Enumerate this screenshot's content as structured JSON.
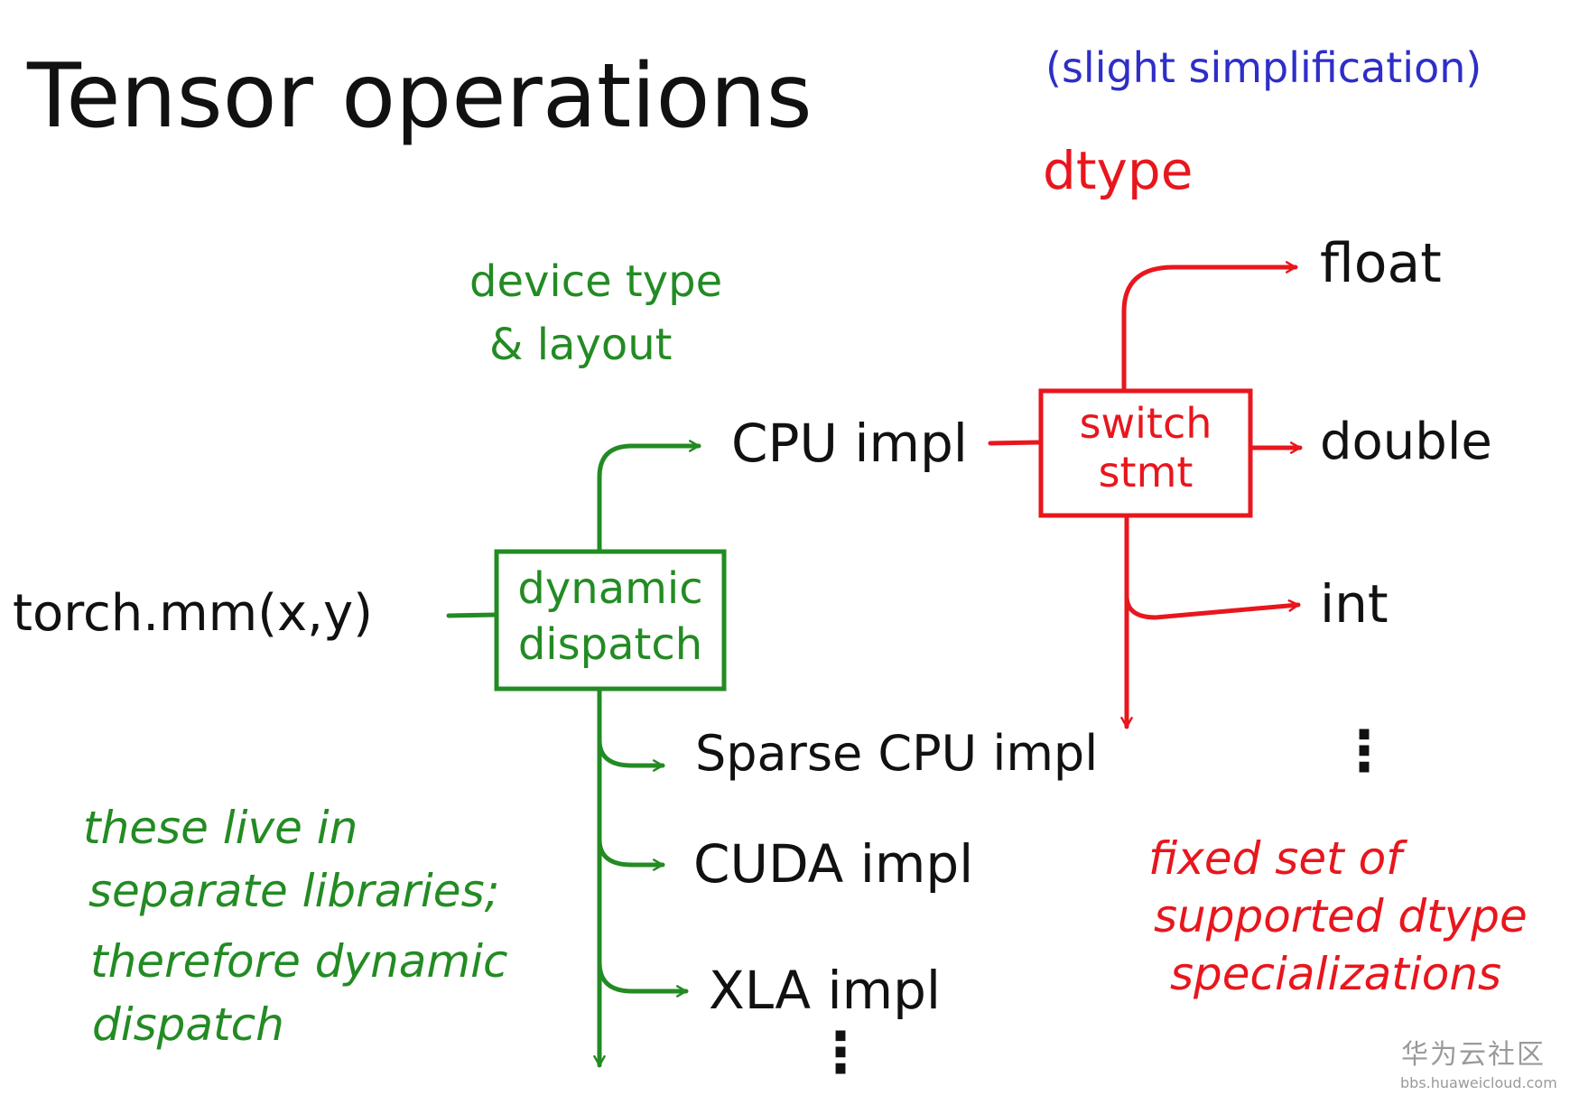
{
  "title": "Tensor operations",
  "note": "(slight simplification)",
  "dtype_heading": "dtype",
  "device_heading": [
    "device type",
    "& layout"
  ],
  "call": "torch.mm(x,y)",
  "dispatch_box": [
    "dynamic",
    "dispatch"
  ],
  "switch_box": [
    "switch",
    "stmt"
  ],
  "impls": {
    "cpu": "CPU impl",
    "sparse_cpu": "Sparse CPU impl",
    "cuda": "CUDA impl",
    "xla": "XLA impl"
  },
  "dtypes": {
    "float": "float",
    "double": "double",
    "int": "int"
  },
  "continuation": "⋮",
  "left_note": [
    "these live in",
    "separate libraries;",
    "therefore dynamic",
    "dispatch"
  ],
  "right_note": [
    "fixed set of",
    "supported dtype",
    "specializations"
  ],
  "watermark": {
    "brand": "华为云社区",
    "url": "bbs.huaweicloud.com"
  },
  "colors": {
    "ink": "#111111",
    "green": "#238b23",
    "red": "#e8161d",
    "blue": "#2e2ec8"
  }
}
